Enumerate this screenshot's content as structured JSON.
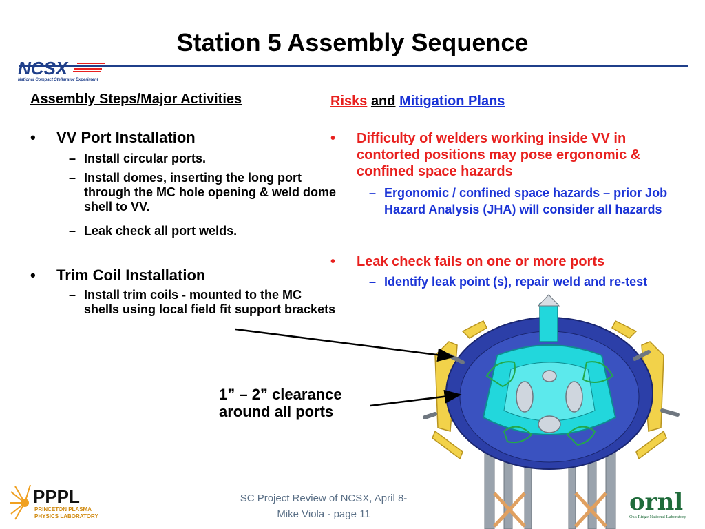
{
  "slide": {
    "title": "Station 5 Assembly Sequence",
    "logo_text": "NCSX",
    "logo_tagline": "National Compact Stellarator Experiment"
  },
  "left": {
    "header": "Assembly Steps/Major Activities",
    "bullets": [
      {
        "text": "VV Port Installation",
        "subs": [
          "Install circular ports.",
          "Install domes, inserting the long port through the MC hole opening & weld dome shell to VV.",
          "Leak check all port welds."
        ]
      },
      {
        "text": "Trim Coil Installation",
        "subs": [
          "Install trim coils - mounted to the MC shells using local field fit support brackets"
        ]
      }
    ]
  },
  "right": {
    "header_risks": "Risks",
    "header_and": "and",
    "header_mitigation": "Mitigation Plans",
    "bullets": [
      {
        "text": "Difficulty of welders working inside VV in contorted positions may pose ergonomic & confined space hazards",
        "subs": [
          "Ergonomic / confined space hazards – prior Job Hazard Analysis (JHA) will consider all hazards"
        ]
      },
      {
        "text": "Leak check fails on one or more ports",
        "subs": [
          "Identify leak point (s), repair weld and re-test"
        ]
      }
    ]
  },
  "callout": {
    "line1": "1” – 2” clearance",
    "line2": "around all ports"
  },
  "footer": {
    "line1": "SC Project Review of NCSX, April 8-",
    "line2": "Mike Viola - page 11"
  },
  "logos": {
    "pppl": "PPPL",
    "pppl_sub1": "PRINCETON PLASMA",
    "pppl_sub2": "PHYSICS LABORATORY",
    "ornl": "ornl",
    "ornl_sub": "Oak Ridge National Laboratory"
  },
  "colors": {
    "risk_red": "#e8201e",
    "mitigation_blue": "#1a33d6",
    "rule_navy": "#1f3f8a",
    "ornl_green": "#1f6b3a"
  }
}
